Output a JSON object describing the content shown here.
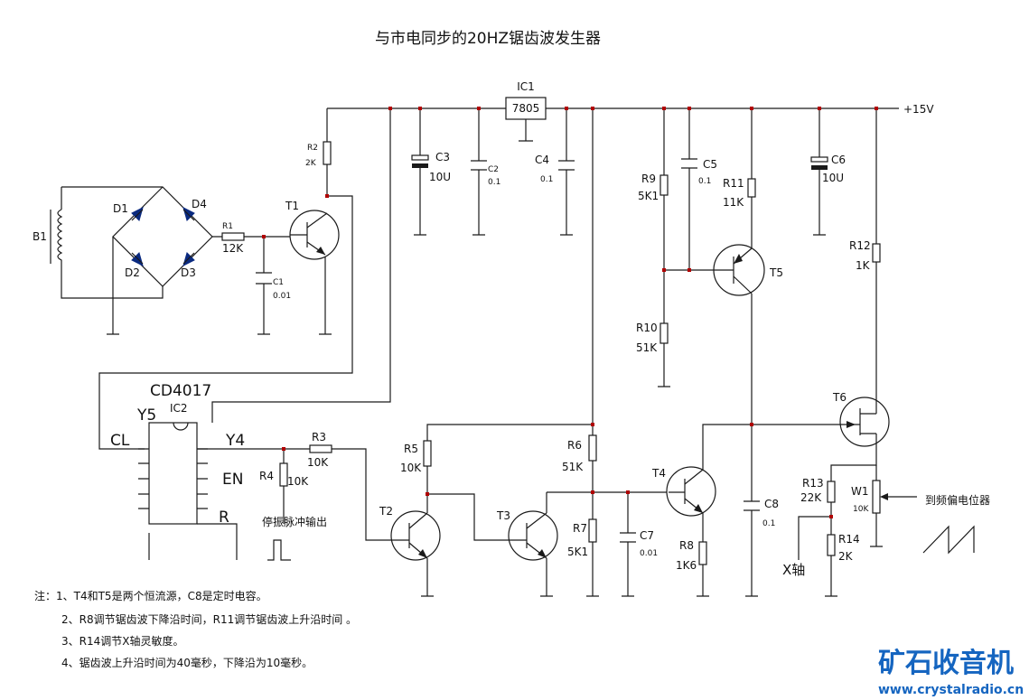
{
  "title": "与市电同步的20HZ锯齿波发生器",
  "supply_label": "+15V",
  "ics": {
    "ic1": {
      "name": "IC1",
      "part": "7805"
    },
    "ic2": {
      "name": "IC2",
      "part": "CD4017",
      "pins": {
        "y5": "Y5",
        "y4": "Y4",
        "cl": "CL",
        "en": "EN",
        "r": "R"
      }
    }
  },
  "transformer": "B1",
  "diodes": [
    "D1",
    "D2",
    "D3",
    "D4"
  ],
  "transistors": [
    "T1",
    "T2",
    "T3",
    "T4",
    "T5",
    "T6"
  ],
  "resistors": {
    "r1": {
      "name": "R1",
      "value": "12K"
    },
    "r2": {
      "name": "R2",
      "value": "2K"
    },
    "r3": {
      "name": "R3",
      "value": "10K"
    },
    "r4": {
      "name": "R4",
      "value": "10K"
    },
    "r5": {
      "name": "R5",
      "value": "10K"
    },
    "r6": {
      "name": "R6",
      "value": "51K"
    },
    "r7": {
      "name": "R7",
      "value": "5K1"
    },
    "r8": {
      "name": "R8",
      "value": "1K6"
    },
    "r9": {
      "name": "R9",
      "value": "5K1"
    },
    "r10": {
      "name": "R10",
      "value": "51K"
    },
    "r11": {
      "name": "R11",
      "value": "11K"
    },
    "r12": {
      "name": "R12",
      "value": "1K"
    },
    "r13": {
      "name": "R13",
      "value": "22K"
    },
    "r14": {
      "name": "R14",
      "value": "2K"
    }
  },
  "capacitors": {
    "c1": {
      "name": "C1",
      "value": "0.01"
    },
    "c2": {
      "name": "C2",
      "value": "0.1"
    },
    "c3": {
      "name": "C3",
      "value": "10U"
    },
    "c4": {
      "name": "C4",
      "value": "0.1"
    },
    "c5": {
      "name": "C5",
      "value": "0.1"
    },
    "c6": {
      "name": "C6",
      "value": "10U"
    },
    "c7": {
      "name": "C7",
      "value": "0.01"
    },
    "c8": {
      "name": "C8",
      "value": "0.1"
    }
  },
  "pot": {
    "name": "W1",
    "value": "10K"
  },
  "labels": {
    "stop_pulse": "停振脉冲输出",
    "to_deflection": "到频偏电位器",
    "x_axis": "X轴"
  },
  "notes": [
    "注：1、T4和T5是两个恒流源，C8是定时电容。",
    "2、R8调节锯齿波下降沿时间，R11调节锯齿波上升沿时间 。",
    "3、R14调节X轴灵敏度。",
    "4、锯齿波上升沿时间为40毫秒，下降沿为10毫秒。"
  ],
  "logo": {
    "text": "矿石收音机",
    "url": "www.crystalradio.cn"
  },
  "colors": {
    "dot": "#b00000",
    "logo": "#1565c0",
    "diode": "#0a2a80"
  }
}
